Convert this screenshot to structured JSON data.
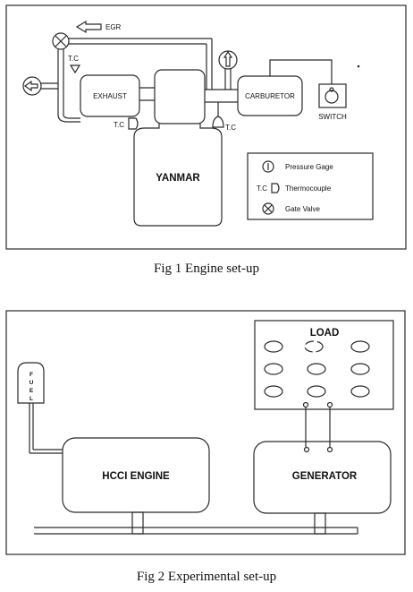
{
  "fig1": {
    "caption": "Fig 1 Engine set-up",
    "egr_label": "EGR",
    "exhaust_label": "EXHAUST",
    "engine_label": "YANMAR",
    "carburetor_label": "CARBURETOR",
    "switch_label": "SWITCH",
    "tc_label_exhaust": "T.C",
    "tc_label_engine": "T.C",
    "tc_label_intake": "T.C",
    "legend": {
      "pressure_gage": "Pressure Gage",
      "tc_prefix": "T.C",
      "thermocouple": "Thermocouple",
      "gate_valve": "Gate Valve"
    }
  },
  "fig2": {
    "caption": "Fig 2 Experimental set-up",
    "load_label": "LOAD",
    "fuel_letters": [
      "F",
      "U",
      "E",
      "L"
    ],
    "engine_label": "HCCI ENGINE",
    "generator_label": "GENERATOR"
  },
  "colors": {
    "stroke": "#2a2a2a",
    "background": "#ffffff"
  }
}
